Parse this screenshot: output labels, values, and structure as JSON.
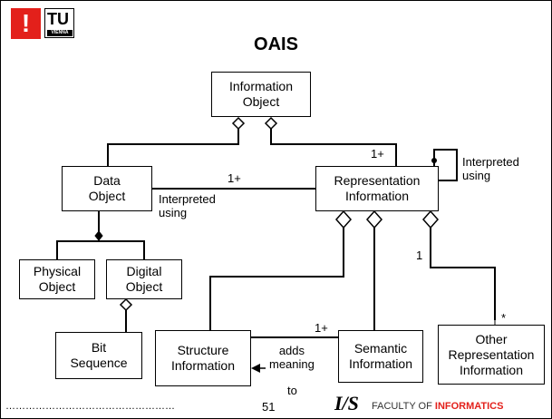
{
  "header": {
    "logo_mark": "!",
    "logo_tu": "TU",
    "logo_vienna": "VIENNA",
    "title": "OAIS"
  },
  "boxes": {
    "information_object": "Information\nObject",
    "data_object": "Data\nObject",
    "representation_information": "Representation\nInformation",
    "physical_object": "Physical\nObject",
    "digital_object": "Digital\nObject",
    "bit_sequence": "Bit\nSequence",
    "structure_information": "Structure\nInformation",
    "semantic_information": "Semantic\nInformation",
    "other_representation_information": "Other\nRepresentation\nInformation"
  },
  "labels": {
    "mult_1plus_top": "1+",
    "mult_1plus_mid": "1+",
    "mult_1plus_bottom": "1+",
    "mult_1": "1",
    "mult_star": "*",
    "interpreted_using_left": "Interpreted\nusing",
    "interpreted_using_right": "Interpreted\nusing",
    "adds_meaning": "adds\nmeaning",
    "to": "to"
  },
  "footer": {
    "dots": "……………………………………………",
    "page_number": "51",
    "ifs_logo": "I/S",
    "faculty_of": "FACULTY OF",
    "informatics": "INFORMATICS"
  }
}
